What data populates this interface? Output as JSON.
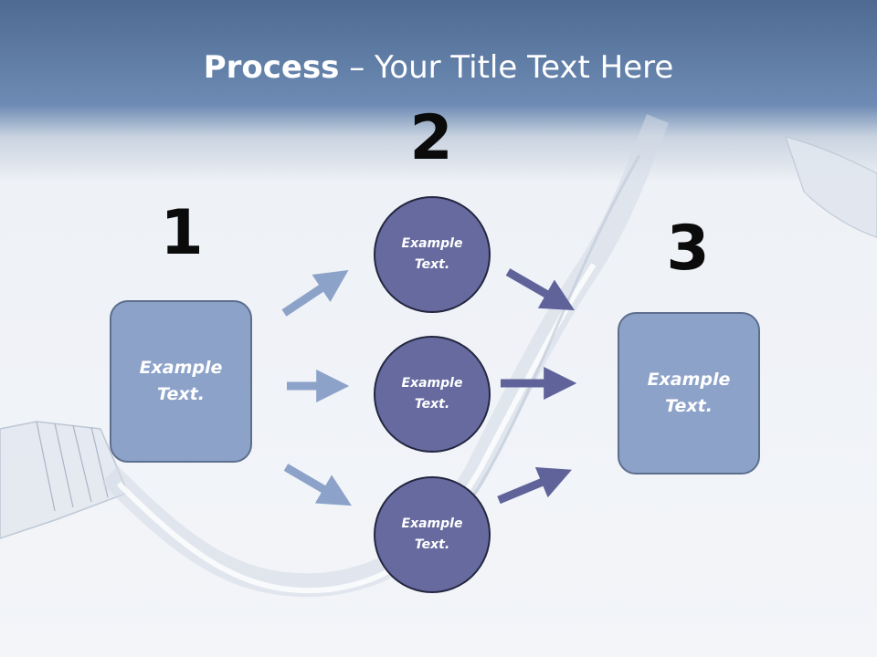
{
  "title": {
    "bold": "Process",
    "rest": " – Your Title Text Here"
  },
  "steps": [
    {
      "number": "1",
      "text": "Example Text."
    },
    {
      "number": "2",
      "text": "Example Text."
    },
    {
      "number": "3",
      "text": "Example Text."
    }
  ],
  "circles": [
    {
      "text": "Example Text."
    },
    {
      "text": "Example Text."
    },
    {
      "text": "Example Text."
    }
  ],
  "colors": {
    "box_fill": "#8ca2c9",
    "circle_fill": "#666a9e",
    "arrow_light": "#8ca2c9",
    "arrow_dark": "#5f6399"
  }
}
